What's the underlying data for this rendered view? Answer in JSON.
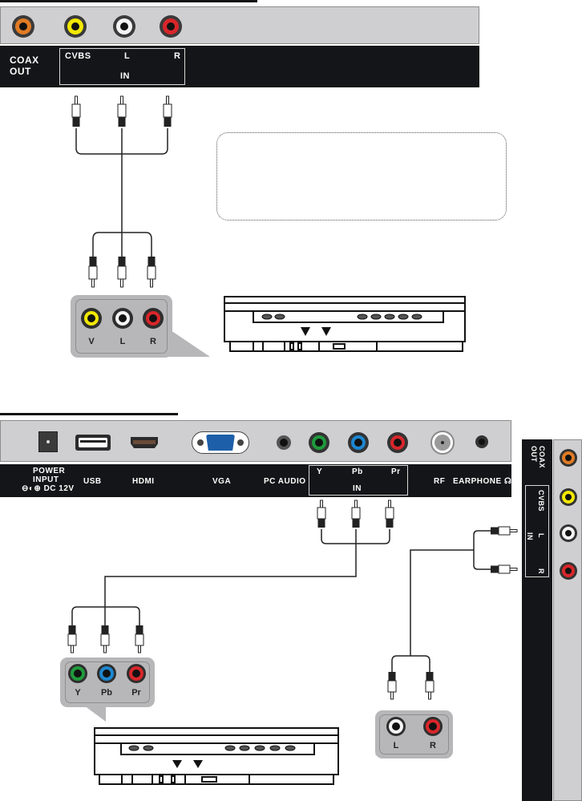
{
  "section_av": {
    "panel_labels": {
      "coax_out_line1": "COAX",
      "coax_out_line2": "OUT",
      "cvbs": "CVBS",
      "l": "L",
      "r": "R",
      "in": "IN"
    },
    "jacks": [
      {
        "name": "coax-out",
        "color": "#e07b24"
      },
      {
        "name": "cvbs",
        "color": "#f2e800"
      },
      {
        "name": "audio-l",
        "color": "#f4f4f4"
      },
      {
        "name": "audio-r",
        "color": "#d8262a"
      }
    ],
    "device_bubble_labels": {
      "v": "V",
      "l": "L",
      "r": "R"
    },
    "device_jacks": [
      {
        "name": "video",
        "color": "#f2e800"
      },
      {
        "name": "audio-l",
        "color": "#f4f4f4"
      },
      {
        "name": "audio-r",
        "color": "#d8262a"
      }
    ]
  },
  "section_component": {
    "panel_labels": {
      "power_line1": "POWER",
      "power_line2": "INPUT",
      "power_line3": "⊖◐⊕ DC 12V",
      "usb": "USB",
      "hdmi": "HDMI",
      "vga": "VGA",
      "pc_audio": "PC AUDIO",
      "y": "Y",
      "pb": "Pb",
      "pr": "Pr",
      "in": "IN",
      "rf": "RF",
      "earphone": "EARPHONE ☊"
    },
    "component_jacks": [
      {
        "name": "y",
        "color": "#1f9a3c"
      },
      {
        "name": "pb",
        "color": "#1d86d0"
      },
      {
        "name": "pr",
        "color": "#d8262a"
      }
    ],
    "side_panel_labels": {
      "coax_out": "COAX OUT",
      "cvbs": "CVBS",
      "l": "L",
      "r": "R",
      "in": "IN"
    },
    "side_jacks": [
      {
        "name": "coax-out",
        "color": "#e07b24"
      },
      {
        "name": "cvbs",
        "color": "#f2e800"
      },
      {
        "name": "audio-l",
        "color": "#f4f4f4"
      },
      {
        "name": "audio-r",
        "color": "#d8262a"
      }
    ],
    "device_bubble_labels": {
      "y": "Y",
      "pb": "Pb",
      "pr": "Pr"
    },
    "audio_bubble_labels": {
      "l": "L",
      "r": "R"
    }
  }
}
